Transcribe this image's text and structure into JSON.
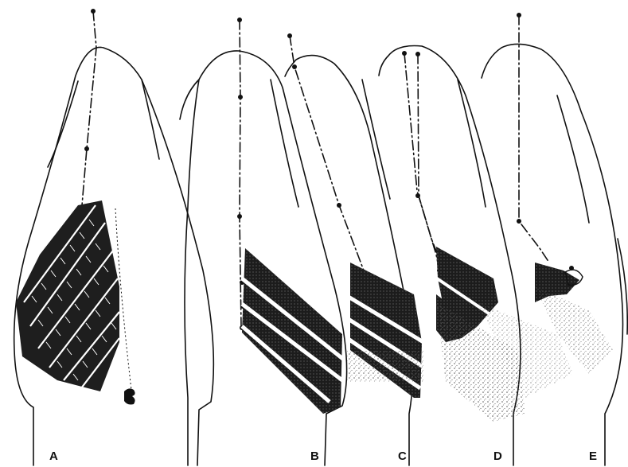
{
  "panels": [
    {
      "id": "A",
      "label": "A"
    },
    {
      "id": "B",
      "label": "B"
    },
    {
      "id": "C",
      "label": "C"
    },
    {
      "id": "D",
      "label": "D"
    },
    {
      "id": "E",
      "label": "E"
    }
  ],
  "colors": {
    "ink": "#111111",
    "paper": "#ffffff"
  }
}
